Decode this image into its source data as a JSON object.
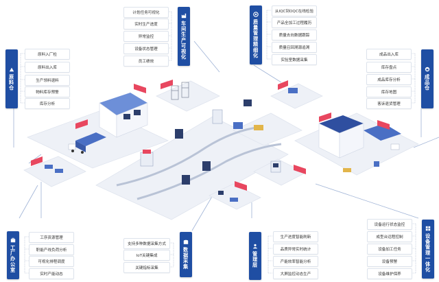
{
  "colors": {
    "category_bg": "#1f4ea3",
    "flag": "#e8475f",
    "platform": "#eef1f7",
    "building": "#4a6fc4"
  },
  "categories": {
    "raw_warehouse": {
      "title": "原料仓",
      "icon": "warehouse-icon",
      "items": [
        "原料入厂检",
        "原料出入库",
        "生产领料退料",
        "物料库存预警",
        "库存分析"
      ]
    },
    "workshop_visual": {
      "title": "车间生产可视化",
      "icon": "factory-icon",
      "items": [
        "计划任务可视化",
        "实时生产进度",
        "异常监控",
        "设备状态管理",
        "员工绩效"
      ]
    },
    "quality": {
      "title": "质量管理精细化",
      "icon": "shield-icon",
      "items": [
        "从IQC到OQC在线检验",
        "产品全加工过程履历",
        "质量去向数据跟踪",
        "质量召回溯源追溯",
        "实验室数据采集"
      ]
    },
    "finished_warehouse": {
      "title": "成品仓",
      "icon": "box-icon",
      "items": [
        "成品出入库",
        "库存盘点",
        "成品库存分析",
        "库存地图",
        "客诉退货管理"
      ]
    },
    "factory_office": {
      "title": "工厂办公室",
      "icon": "briefcase-icon",
      "items": [
        "工序资源管理",
        "职能产线负荷分析",
        "可视化排程调度",
        "实时产能动态"
      ]
    },
    "data_collection": {
      "title": "数据采集",
      "icon": "database-icon",
      "items": [
        "支持多种数据采集方式",
        "IoT关键集成",
        "关键指标采集"
      ]
    },
    "management": {
      "title": "管理层",
      "icon": "user-icon",
      "items": [
        "生产进度智能刷新",
        "品质异常实时统计",
        "产能效率智能分析",
        "大屏监控动态生产"
      ]
    },
    "equipment": {
      "title": "设备管理一体化",
      "icon": "grid-icon",
      "items": [
        "设备运行状态监控",
        "成型台远程控制",
        "设备加工任务",
        "设备预警",
        "设备维护保养"
      ]
    }
  }
}
